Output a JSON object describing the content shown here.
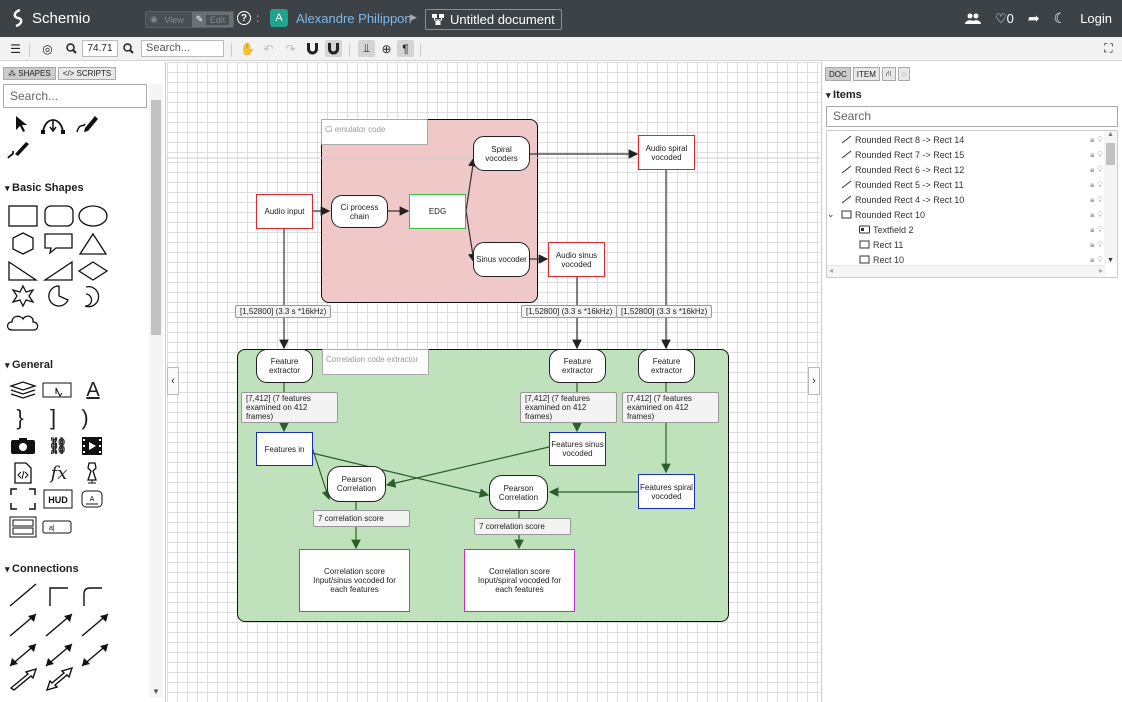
{
  "header": {
    "app_name": "Schemio",
    "view_label": "View",
    "edit_label": "Edit",
    "help_icon": "question-icon",
    "user_initial": "A",
    "user_name": "Alexandre Philippon",
    "doc_name": "Untitled document",
    "likes": "0",
    "login_label": "Login"
  },
  "toolbar": {
    "zoom": "74.71",
    "search_placeholder": "Search..."
  },
  "left_panel": {
    "tabs": [
      "SHAPES",
      "SCRIPTS"
    ],
    "search_placeholder": "Search...",
    "sections": [
      "Basic Shapes",
      "General",
      "Connections"
    ]
  },
  "canvas": {
    "groups": {
      "ci": "Ci emulator code",
      "corr": "Correlation code extractor"
    },
    "nodes": {
      "audio_input": "Audio input",
      "ci_process": "Ci process chain",
      "edg": "EDG",
      "spiral_vocoders": "Spiral vocoders",
      "sinus_vocoder": "Sinus vocoder",
      "audio_spiral": "Audio spiral vocoded",
      "audio_sinus": "Audio sinus vocoded",
      "fe1": "Feature extractor",
      "fe2": "Feature extractor",
      "fe3": "Feature extractor",
      "features_in": "Features in",
      "features_sinus": "Features sinus vocoded",
      "features_spiral": "Features spiral vocoded",
      "pearson1": "Pearson Correlation",
      "pearson2": "Pearson Correlation",
      "cs_sinus": "Correlation score Input/sinus vocoded for each features",
      "cs_spiral": "Correlation score Input/spiral vocoded for each features"
    },
    "labels": {
      "sig1": "[1,52800] (3.3 s *16kHz)",
      "sig2": "[1,52800] (3.3 s *16kHz)",
      "sig3": "[1,52800] (3.3 s *16kHz)",
      "feat1": "[7,412] (7 features examined on 412 frames)",
      "feat2": "[7,412] (7 features examined on 412 frames)",
      "feat3": "[7,412] (7 features examined on 412 frames)",
      "corr1": "7 correlation score",
      "corr2": "7 correlation score"
    }
  },
  "right_panel": {
    "tabs": [
      "DOC",
      "ITEM"
    ],
    "items_title": "Items",
    "search_placeholder": "Search",
    "tree": [
      {
        "name": "Rounded Rect 8 -> Rect 14",
        "icon": "connector-icon",
        "indent": 0
      },
      {
        "name": "Rounded Rect 7 -> Rect 15",
        "icon": "connector-icon",
        "indent": 0
      },
      {
        "name": "Rounded Rect 6 -> Rect 12",
        "icon": "connector-icon",
        "indent": 0
      },
      {
        "name": "Rounded Rect 5 -> Rect 11",
        "icon": "connector-icon",
        "indent": 0
      },
      {
        "name": "Rounded Rect 4 -> Rect 10",
        "icon": "connector-icon",
        "indent": 0
      },
      {
        "name": "Rounded Rect 10",
        "icon": "rect-icon",
        "indent": 0,
        "expanded": true
      },
      {
        "name": "Textfield 2",
        "icon": "textfield-icon",
        "indent": 1
      },
      {
        "name": "Rect 11",
        "icon": "rect-icon",
        "indent": 1
      },
      {
        "name": "Rect 10",
        "icon": "rect-icon",
        "indent": 1
      }
    ]
  },
  "colors": {
    "topbar": "#3d4247",
    "ci_group_fill": "#f0c8c8",
    "corr_group_fill": "#bfe2bc",
    "red_border": "#e0272c",
    "blue_border": "#1b2fbf",
    "green_border": "#35c43a",
    "magenta_border": "#c62fc6"
  }
}
